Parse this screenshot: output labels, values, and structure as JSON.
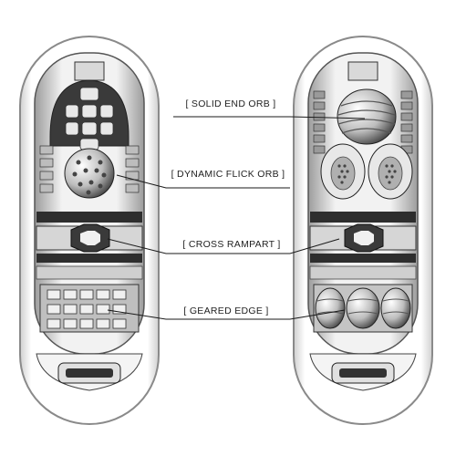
{
  "callouts": [
    {
      "id": "solid-end-orb",
      "label": "[ SOLID END ORB ]"
    },
    {
      "id": "dynamic-flick-orb",
      "label": "[ DYNAMIC FLICK ORB ]"
    },
    {
      "id": "cross-rampart",
      "label": "[ CROSS RAMPART ]"
    },
    {
      "id": "geared-edge",
      "label": "[ GEARED EDGE ]"
    }
  ],
  "colors": {
    "shell_outline": "#9a9a9a",
    "inner_dark": "#2b2b2b",
    "inner_mid": "#8c8c8c",
    "inner_light": "#e6e6e6",
    "leader_line": "#1a1a1a",
    "text": "#222222"
  }
}
